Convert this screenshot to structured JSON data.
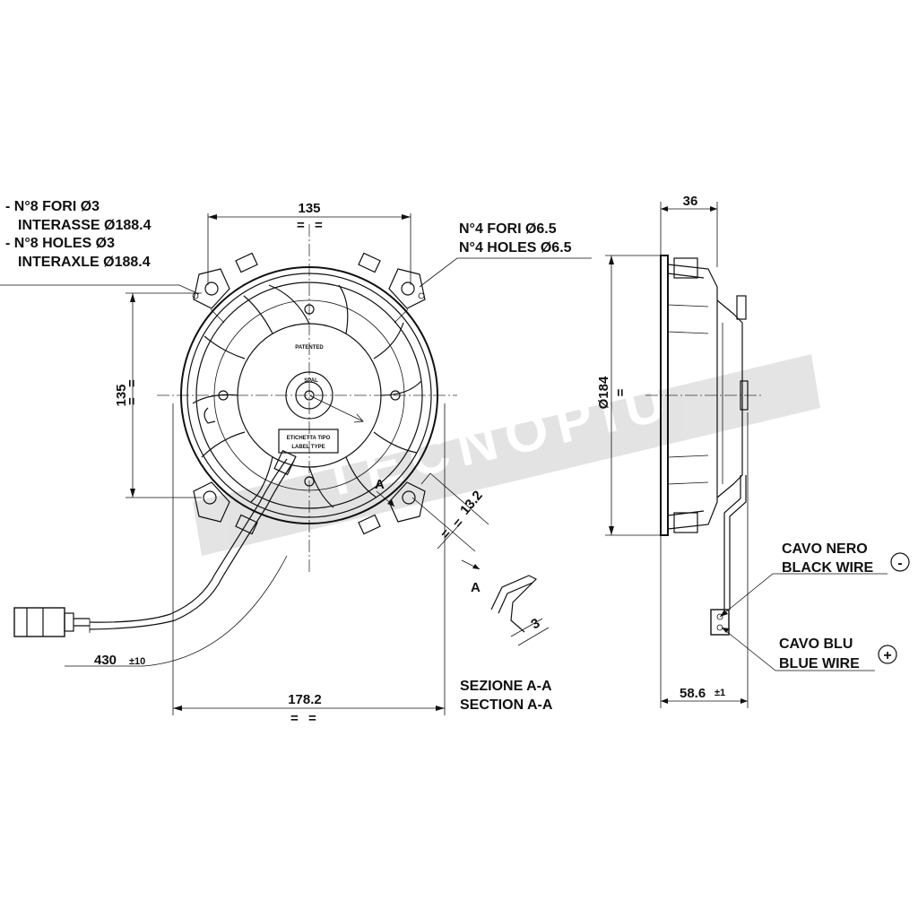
{
  "notes": {
    "holes8_it_1": "- N°8 FORI Ø3",
    "holes8_it_2": "INTERASSE Ø188.4",
    "holes8_en_1": "- N°8 HOLES Ø3",
    "holes8_en_2": "INTERAXLE Ø188.4",
    "holes4_it": "N°4 FORI Ø6.5",
    "holes4_en": "N°4 HOLES Ø6.5",
    "section_it": "SEZIONE A-A",
    "section_en": "SECTION A-A",
    "black_it": "CAVO NERO",
    "black_en": "BLACK WIRE",
    "blue_it": "CAVO BLU",
    "blue_en": "BLUE WIRE",
    "minus": "-",
    "plus": "+"
  },
  "dimensions": {
    "top_width": "135",
    "left_height": "135",
    "diameter": "Ø184",
    "overall_width": "178.2",
    "depth_36": "36",
    "depth_total": "58.6",
    "depth_total_tol": "±1",
    "cable_length": "430",
    "cable_tol": "±10",
    "offset": "13.2",
    "section_thk": "3",
    "equal": "="
  },
  "section_marks": {
    "a1": "A",
    "a2": "A"
  },
  "hub": {
    "patented": "PATENTED",
    "label_it": "ETICHETTA TIPO",
    "label_en": "LABEL TYPE",
    "logo": "SPAL"
  },
  "watermark": {
    "text": "TECNOPIU"
  }
}
